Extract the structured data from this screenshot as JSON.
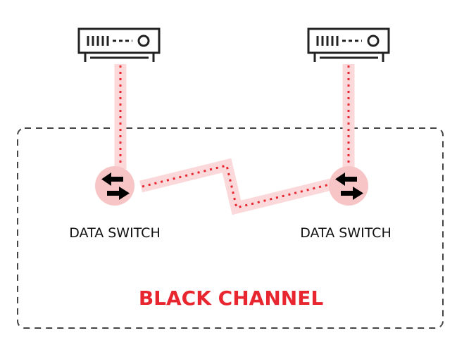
{
  "diagram": {
    "title": "Black channel network diagram",
    "colors": {
      "link_band": "#fbd9da",
      "link_dots": "#e8262f",
      "switch_fill": "#f8c5c6",
      "arrow": "#000000",
      "outline": "#222222",
      "container_border": "#444444",
      "channel_label": "#e8262f"
    },
    "nodes": [
      {
        "id": "server-left",
        "type": "server",
        "icon": "server-icon"
      },
      {
        "id": "server-right",
        "type": "server",
        "icon": "server-icon"
      },
      {
        "id": "switch-left",
        "type": "switch",
        "icon": "bidirectional-arrows-icon",
        "label": "DATA SWITCH"
      },
      {
        "id": "switch-right",
        "type": "switch",
        "icon": "bidirectional-arrows-icon",
        "label": "DATA SWITCH"
      }
    ],
    "links": [
      {
        "from": "server-left",
        "to": "switch-left",
        "style": "dotted"
      },
      {
        "from": "server-right",
        "to": "switch-right",
        "style": "dotted"
      },
      {
        "from": "switch-left",
        "to": "switch-right",
        "style": "dotted-zigzag"
      }
    ],
    "container": {
      "label": "BLACK CHANNEL",
      "border": "dashed"
    }
  }
}
